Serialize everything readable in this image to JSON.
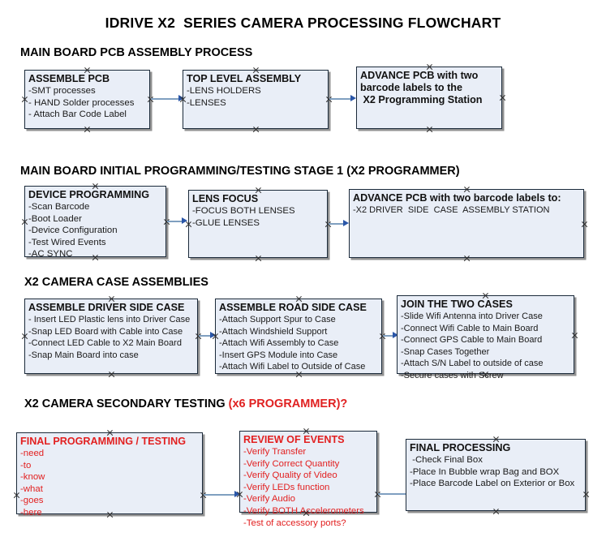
{
  "document": {
    "title": "IDRIVE X2  SERIES CAMERA PROCESSING FLOWCHART"
  },
  "accent_colors": {
    "red_text": "#e22020",
    "box_fill": "#e9eef7",
    "box_border": "#1b2a3a",
    "connector": "#7f9fc0",
    "arrow_head": "#2a56a8"
  },
  "sections": [
    {
      "id": "main-board-pcb-assembly-process",
      "title": "MAIN BOARD PCB ASSEMBLY PROCESS",
      "title_accent": ""
    },
    {
      "id": "main-board-initial-programming",
      "title": "MAIN BOARD INITIAL PROGRAMMING/TESTING STAGE 1 (X2 PROGRAMMER)",
      "title_accent": ""
    },
    {
      "id": "x2-camera-case-assemblies",
      "title": "X2 CAMERA CASE ASSEMBLIES",
      "title_accent": ""
    },
    {
      "id": "x2-camera-secondary-testing",
      "title": "X2 CAMERA SECONDARY TESTING ",
      "title_accent": "(x6 PROGRAMMER)?"
    }
  ],
  "nodes": {
    "assemble_pcb": {
      "title": "ASSEMBLE PCB",
      "lines": [
        "-SMT processes",
        "- HAND Solder processes",
        "- Attach Bar Code Label"
      ]
    },
    "top_level_assembly": {
      "title": "TOP LEVEL ASSEMBLY",
      "lines": [
        "-LENS HOLDERS",
        "-LENSES"
      ]
    },
    "advance_pcb_station": {
      "title": "ADVANCE PCB with two",
      "lines": [
        "barcode labels to the",
        " X2 Programming Station"
      ]
    },
    "device_programming": {
      "title": "DEVICE PROGRAMMING",
      "lines": [
        "-Scan Barcode",
        "-Boot Loader",
        "-Device Configuration",
        "-Test Wired Events",
        "-AC SYNC"
      ]
    },
    "lens_focus": {
      "title": "LENS FOCUS",
      "lines": [
        "-FOCUS BOTH LENSES",
        "-GLUE LENSES"
      ]
    },
    "advance_pcb_driver_side": {
      "title": "ADVANCE PCB with two barcode labels to:",
      "lines": [
        "-X2 DRIVER  SIDE  CASE  ASSEMBLY STATION"
      ]
    },
    "assemble_driver_side_case": {
      "title": "ASSEMBLE DRIVER SIDE CASE",
      "lines": [
        "- Insert LED Plastic lens into Driver Case",
        "-Snap LED Board with Cable into Case",
        "-Connect LED Cable to X2 Main Board",
        "-Snap Main Board into case"
      ]
    },
    "assemble_road_side_case": {
      "title": "ASSEMBLE ROAD SIDE CASE",
      "lines": [
        "-Attach Support Spur to Case",
        "-Attach Windshield Support",
        "-Attach Wifi Assembly to Case",
        "-Insert GPS Module into Case",
        "-Attach Wifi Label to Outside of Case"
      ]
    },
    "join_the_two_cases": {
      "title": "JOIN THE TWO CASES",
      "lines": [
        "-Slide Wifi Antenna into Driver Case",
        "-Connect Wifi Cable to Main Board",
        "-Connect GPS Cable to Main Board",
        "-Snap Cases Together",
        "-Attach S/N Label to outside of case",
        "-Secure cases with Screw"
      ]
    },
    "final_programming_testing": {
      "title": "FINAL PROGRAMMING / TESTING",
      "lines": [
        "-need",
        "-to",
        "-know",
        "-what",
        "-goes",
        "-here"
      ]
    },
    "review_of_events": {
      "title": "REVIEW OF EVENTS",
      "lines": [
        "-Verify Transfer",
        "-Verify Correct Quantity",
        "-Verify Quality of Video",
        "-Verify LEDs function",
        "-Verify Audio",
        "-Verify BOTH Accelerometers",
        "-Test of accessory ports?"
      ]
    },
    "final_processing": {
      "title": "FINAL PROCESSING",
      "lines": [
        " -Check Final Box",
        "-Place In Bubble wrap Bag and BOX",
        "-Place Barcode Label on Exterior or Box"
      ]
    }
  }
}
